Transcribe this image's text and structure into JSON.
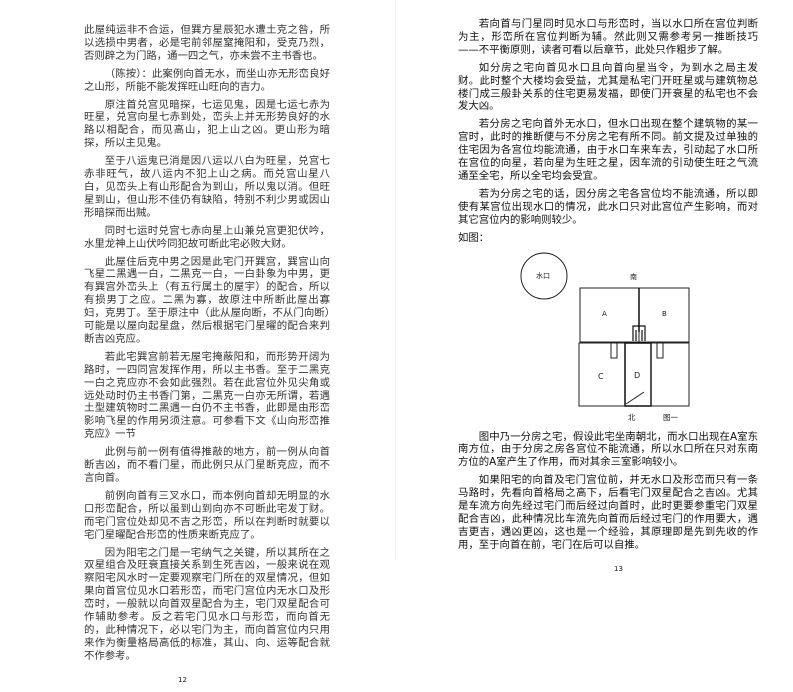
{
  "left_page": {
    "paragraphs": [
      "此屋纯运非不合运，但巽方星辰犯水遭土克之咎，所以选损中男者，必是宅前邻屋窒掩阳和，受克乃烈，否则辟之为门路，通一四之气，亦未尝不主书香也。",
      "（陈按）：此案例向首无水，而坐山亦无形峦良好之山形，所能不能发挥旺山旺向的吉力。",
      "原注首兑宫见暗探，七运见鬼，因是七运七赤为旺星，兑宫向星七赤到处，峦头上并无形势良好的水路以相配合，而见高山，犯上山之凶。更山形为暗探，所以主见鬼。",
      "至于八运鬼已消是因八运以八白为旺星，兑宫七赤非旺气，故八运内不犯上山之病。而兑宫山星八白，见峦头上有山形配合为到山，所以鬼以消。但旺星到山，但山形不佳仍有缺陷，特别不利少男或因山形暗探而出贼。",
      "同时七运时兑宫七赤向星上山兼兑宫更犯伏吟，水里龙神上山伏吟同犯故可断此宅必败大财。",
      "此屋住后克中男之因是此宅门开巽宫，巽宫山向飞星二黑遇一白，二黑克一白，一白卦象为中男，更有巽宫外峦头上（有五行属土的屋宇）的配合，所以有损男丁之应。二黑为寡，故原注中所断此屋出寡妇，克男丁。至于原注中（此从屋向断，不从门向断）可能是以屋向起星盘，然后根据宅门星曜的配合来判断吉凶克应。",
      "若此宅巽宫前若无屋宅掩蔽阳和，而形势开阔为路时，一四同宫发挥作用，所以主书香。至于二黑克一白之克应亦不会如此强烈。若在此宫位外见尖角或远处动时仍主书香门第，二黑克一白亦无所谓，若遇土型建筑物时二黑遇一白仍不主书香，此即是由形峦影响飞星的作用另须注意。可参看下文《山向形峦推克应》一节",
      "此例与前一例有值得推敲的地方，前一例从向首断吉凶，而不看门星，而此例只从门星断克应，而不言向首。",
      "前例向首有三叉水口，而本例向首却无明显的水口形峦配合，所以虽到山到向亦不可断此宅发丁财。而宅门宫位处却见不吉之形峦，所以在判断时就要以宅门星曜配合形峦的性质来断克应了。",
      "因为阳宅之门是一宅纳气之关键，所以其所在之双星组合及旺衰直接关系到生死吉凶，一般来说在观察阳宅风水时一定要观察宅门所在的双星情况，但如果向首宫位见水口若形峦，而宅门宫位内无水口及形峦时，一般就以向首双星配合为主，宅门双星配合可作辅助参考。反之若宅门见水口与形峦，而向首无的，此种情况下，必以宅门为主，而向首宫位内只用来作为衡量格局高低的标准，其山、向、运等配合就不作参考。"
    ],
    "page_number": "12"
  },
  "right_page": {
    "paragraphs": [
      "若向首与门星同时见水口与形峦时，当以水口所在宫位判断为主，形峦所在宫位判断为辅。然此则又需参考另一推断技巧——不平衡原则，读者可看以后章节，此处只作粗步了解。",
      "如分房之宅向首见水口且向首向星当令，为到水之局主发财。此时整个大楼均会受益，尤其是私宅门开旺星或与建筑物总楼门成三般卦关系的住宅更易发福，即使门开衰星的私宅也不会发大凶。",
      "若分房之宅向首外无水口，但水口出现在整个建筑物的某一宫时，此时的推断便与不分房之宅有所不同。前文提及过单独的住宅因为各宫位均能流通，由于水口车来车去，引动起了水口所在宫位的向星，若向星为生旺之星，因车流的引动使生旺之气流通至全宅，所以全宅均会受宜。",
      "若为分房之宅的话，因分房之宅各宫位均不能流通，所以即使有某宫位出现水口的情况，此水口只对此宫位产生影响，而对其它宫位内的影响则较少。",
      "如图：",
      "图中乃一分房之宅，假设此宅坐南朝北，而水口出现在A室东南方位，由于分房之房各宫位不能流通，所以水口所在只对东南方位的A室产生了作用，而对其余三室影响较小。",
      "如果阳宅的向首及宅门宫位前，并无水口及形峦而只有一条马路时，先看向首格局之高下，后看宅门双星配合之吉凶。尤其是车流方向先经过宅门而后经过向首时，此时更要参重宅门双星配合吉凶，此种情况比车流先向首而后经过宅门的作用要大，遇吉更吉，遇凶更凶，这也是一个经验，其原理即是先到先收的作用，至于向首在前，宅门在后可以自推。"
    ],
    "diagram": {
      "water_mouth": "水口",
      "south": "南",
      "north": "北",
      "caption": "图一",
      "rooms": [
        "A",
        "B",
        "C",
        "D"
      ]
    },
    "page_number": "13"
  }
}
